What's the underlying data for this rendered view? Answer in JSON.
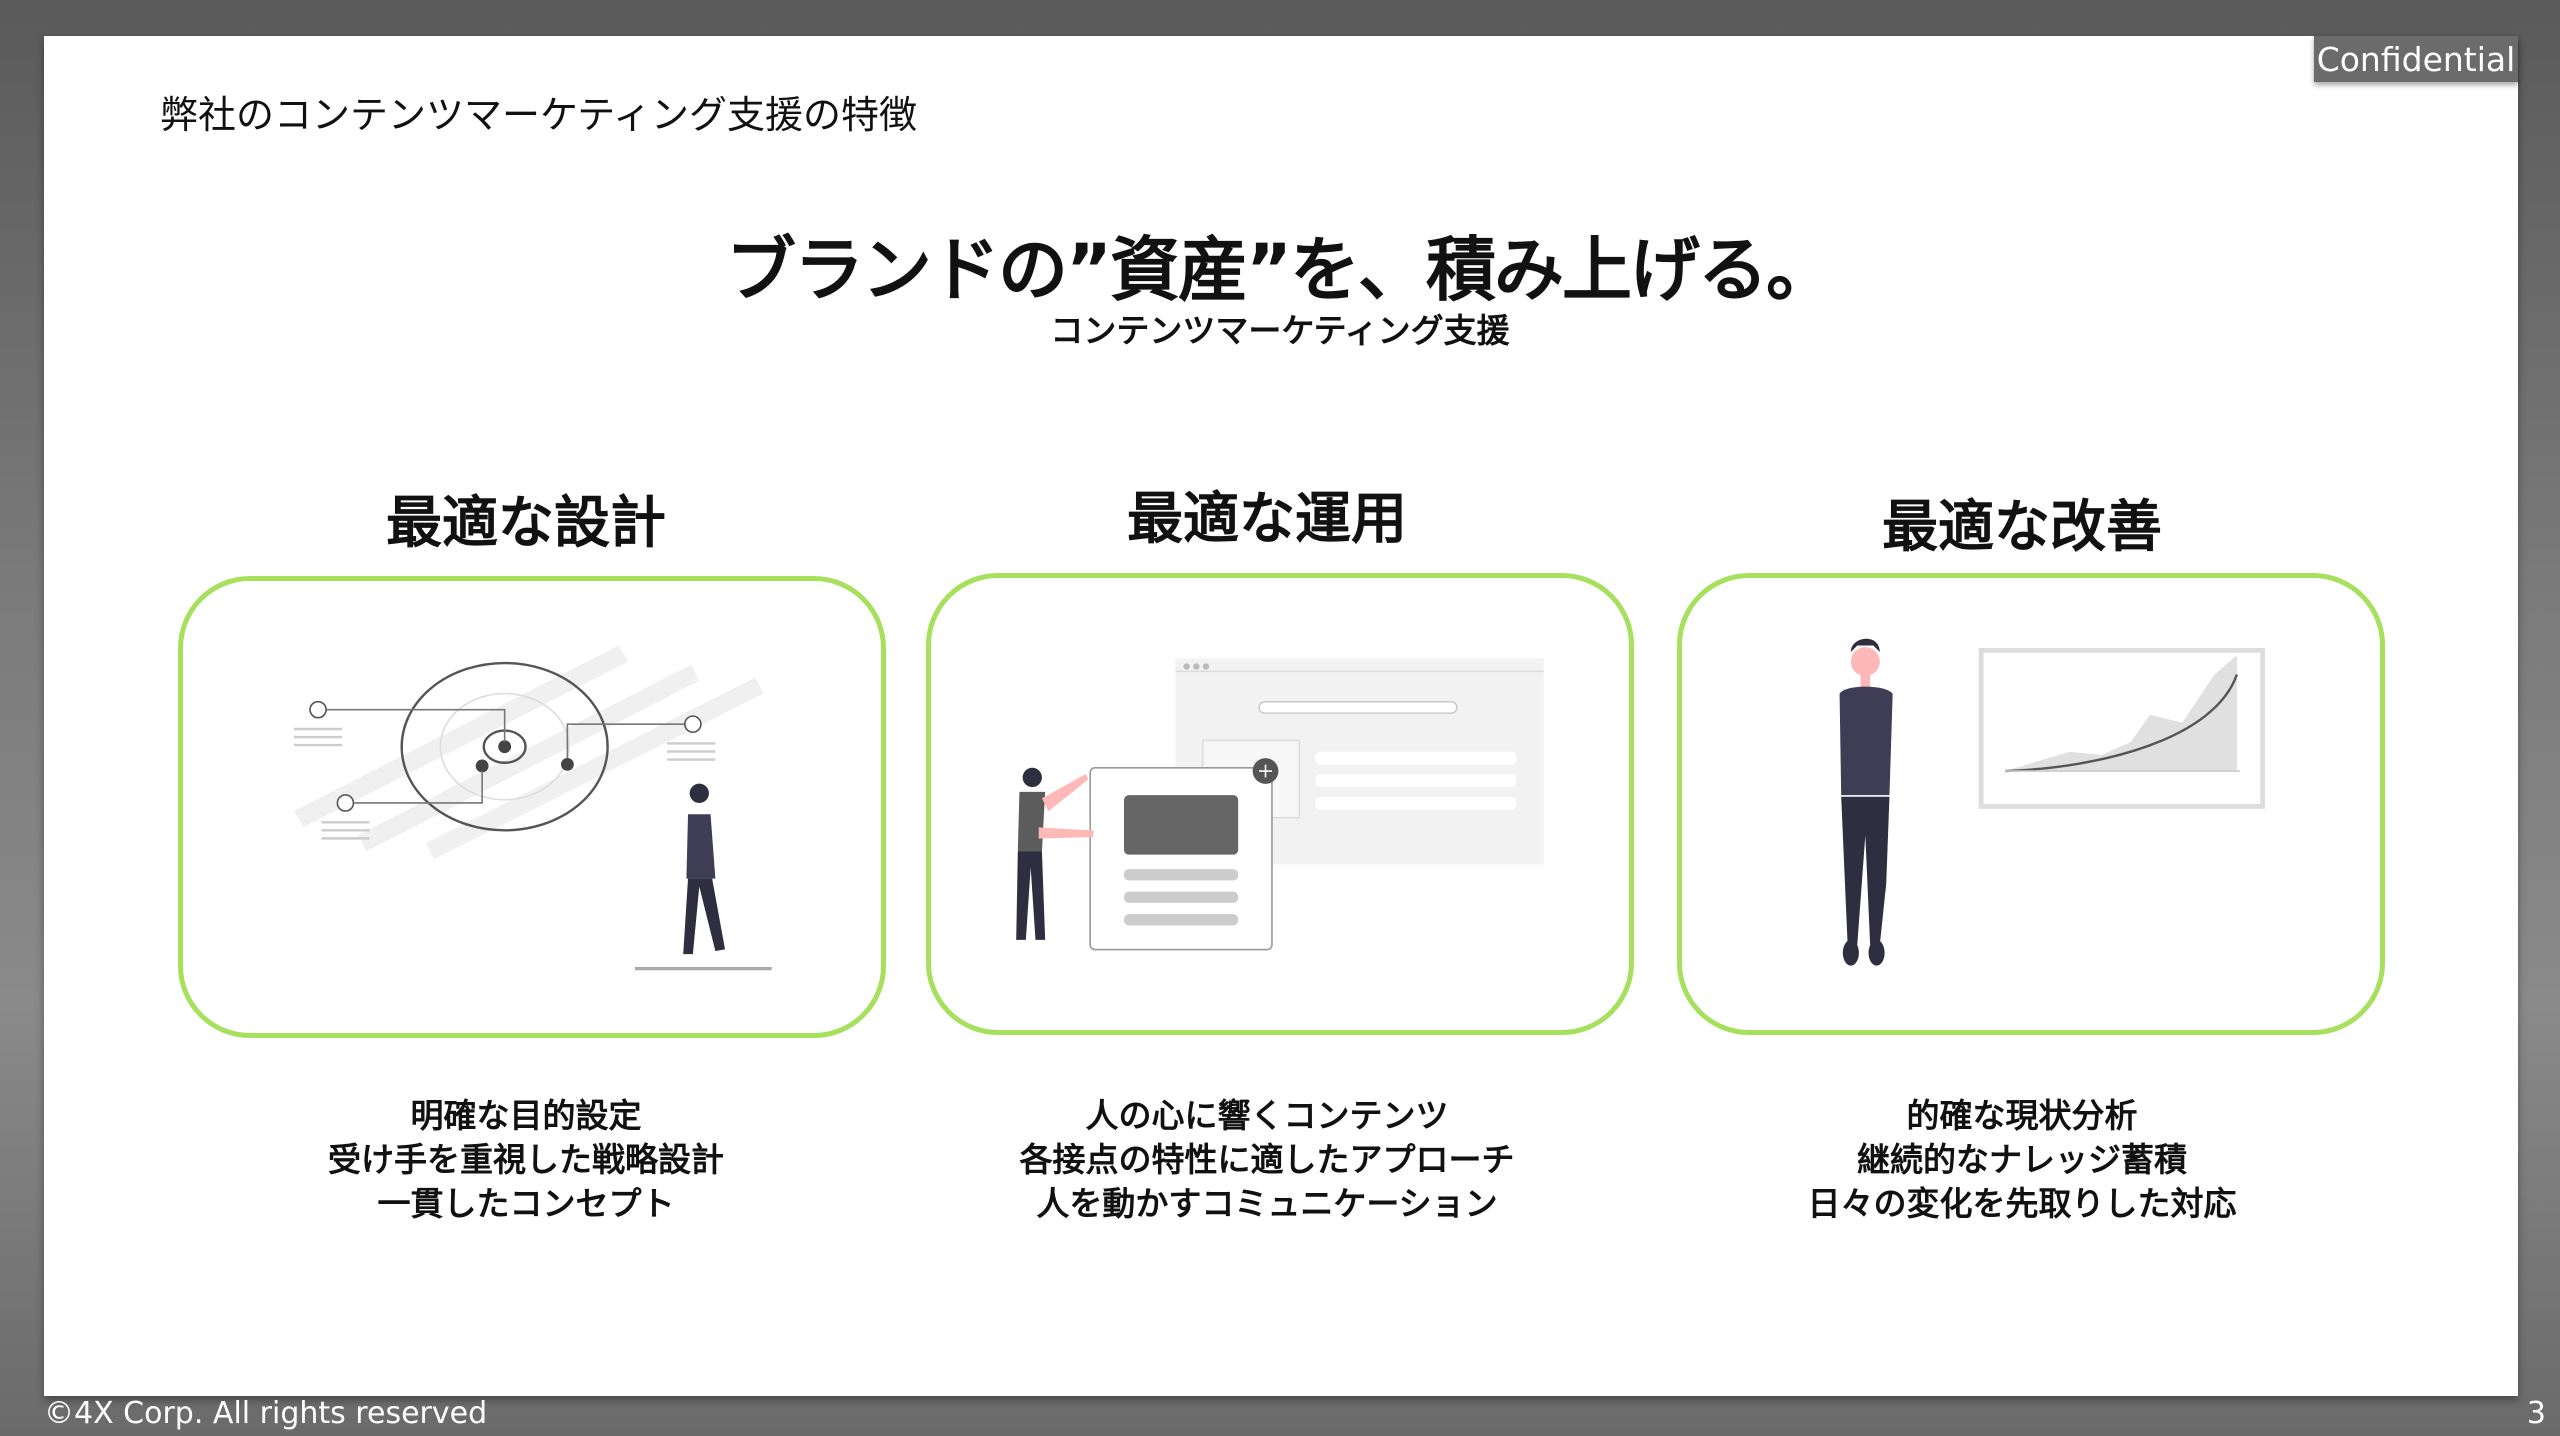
{
  "confidential_label": "Confidential",
  "header": "弊社のコンテンツマーケティング支援の特徴",
  "title": "ブランドの”資産”を、積み上げる。",
  "subtitle": "コンテンツマーケティング支援",
  "columns": [
    {
      "heading": "最適な設計",
      "illustration": "target-diagram-illustration",
      "lines": [
        "明確な目的設定",
        "受け手を重視した戦略設計",
        "一貫したコンセプト"
      ]
    },
    {
      "heading": "最適な運用",
      "illustration": "content-layout-illustration",
      "lines": [
        "人の心に響くコンテンツ",
        "各接点の特性に適したアプローチ",
        "人を動かすコミュニケーション"
      ]
    },
    {
      "heading": "最適な改善",
      "illustration": "growth-chart-illustration",
      "lines": [
        "的確な現状分析",
        "継続的なナレッジ蓄積",
        "日々の変化を先取りした対応"
      ]
    }
  ],
  "footer": "©4X Corp. All rights reserved",
  "page_number": "3",
  "colors": {
    "accent_border": "#a6e05c",
    "figure_dark": "#3f3d56",
    "skin": "#ffb8b8"
  }
}
